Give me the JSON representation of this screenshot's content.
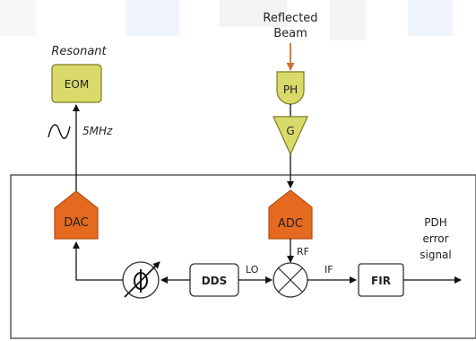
{
  "labels": {
    "reflected_beam_line1": "Reflected",
    "reflected_beam_line2": "Beam",
    "resonant": "Resonant",
    "eom": "EOM",
    "freq": "5MHz",
    "ph": "PH",
    "g": "G",
    "dac": "DAC",
    "adc": "ADC",
    "rf": "RF",
    "lo": "LO",
    "if": "IF",
    "dds": "DDS",
    "fir": "FIR",
    "output_line1": "PDH",
    "output_line2": "error",
    "output_line3": "signal"
  },
  "colors": {
    "orange": "#e46a1f",
    "orange_edge": "#b24e10",
    "yellow": "#dada6a",
    "yellow_edge": "#7a7a28",
    "beam_arrow": "#c8743a",
    "background_watermark": "#d9eaf7"
  }
}
